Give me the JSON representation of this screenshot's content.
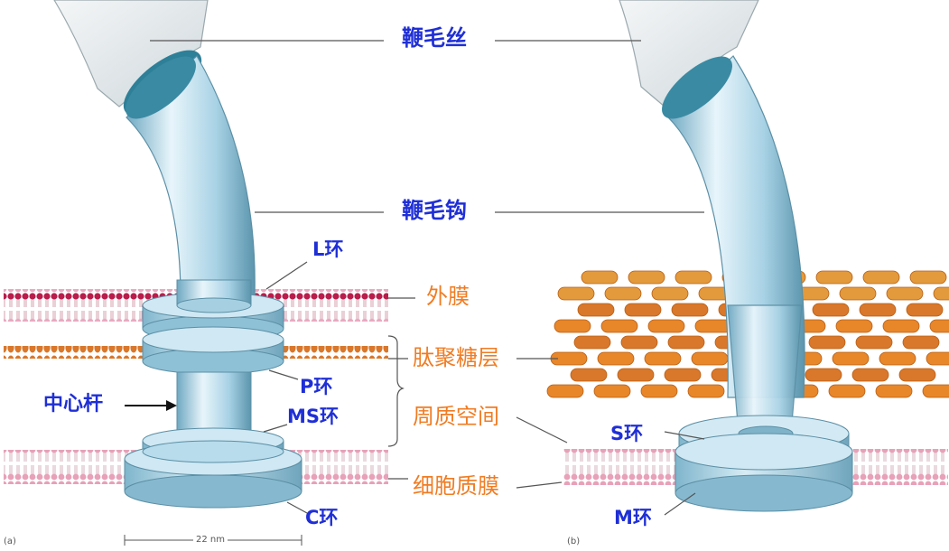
{
  "labels": {
    "flagellum_filament": "鞭毛丝",
    "flagellum_hook": "鞭毛钩",
    "l_ring": "L环",
    "outer_membrane": "外膜",
    "peptidoglycan": "肽聚糖层",
    "p_ring": "P环",
    "central_rod": "中心杆",
    "ms_ring": "MS环",
    "periplasm": "周质空间",
    "cell_membrane": "细胞质膜",
    "c_ring": "C环",
    "s_ring": "S环",
    "m_ring": "M环"
  },
  "panels": {
    "a": "(a)",
    "b": "(b)"
  },
  "scale": {
    "text": "22 nm"
  },
  "colors": {
    "label_blue": "#1f2fd6",
    "label_orange": "#f07c23",
    "structure_blue": "#a9d3e6",
    "outer_membrane_red": "#b81d4b",
    "peptidoglycan_orange": "#e07c22"
  }
}
